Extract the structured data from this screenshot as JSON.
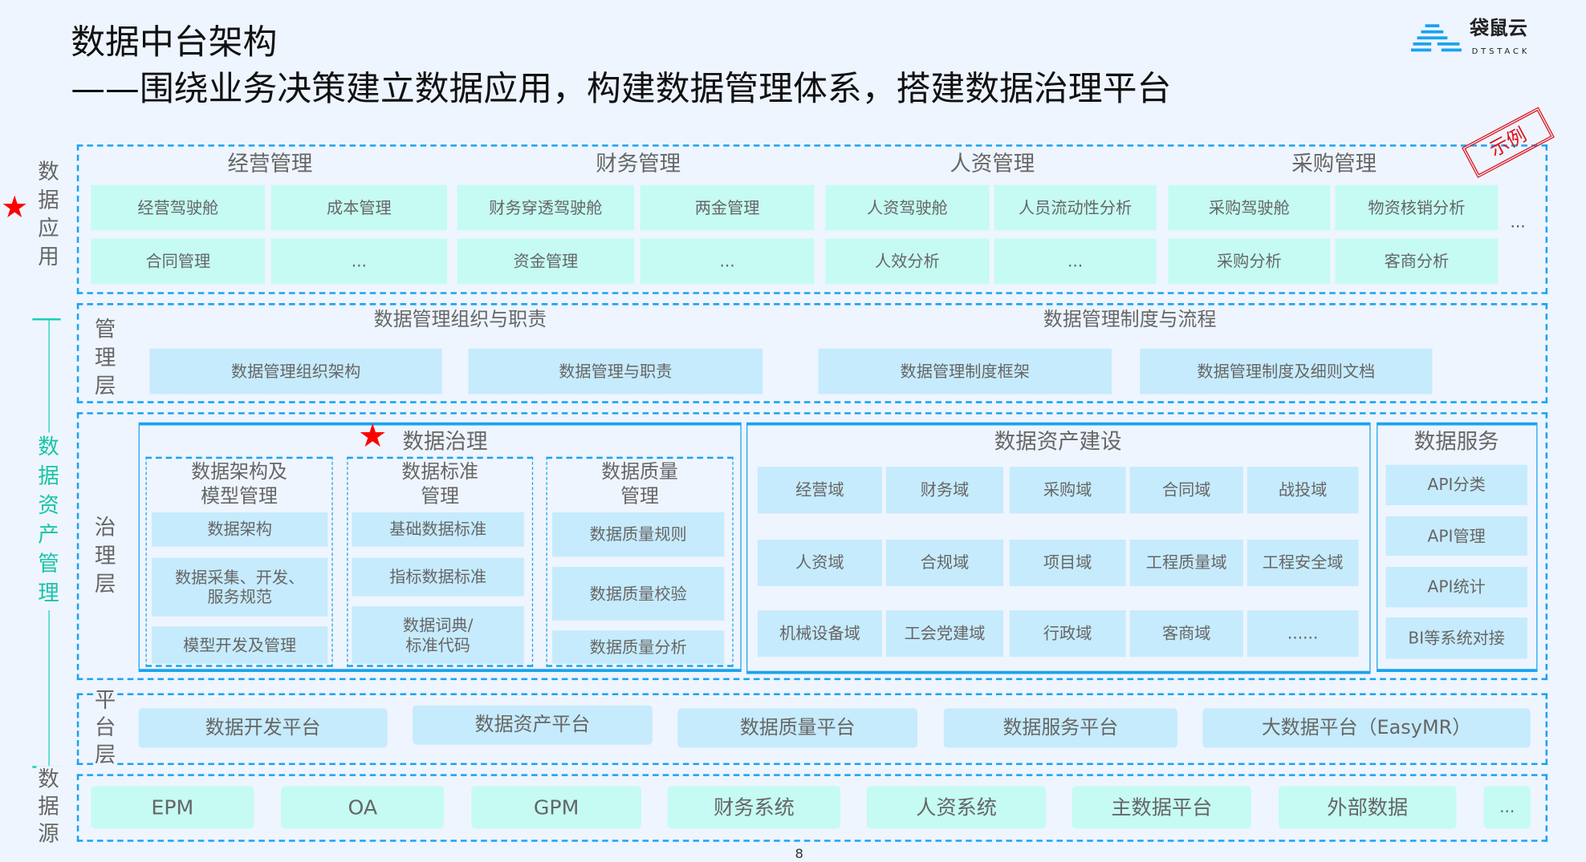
{
  "title": "数据中台架构",
  "subtitle": "——围绕业务决策建立数据应用，构建数据管理体系，搭建数据治理平台",
  "logo": {
    "name": "袋鼠云",
    "sub": "DTSTACK"
  },
  "stamp": "示例",
  "side_label": "数据资产管理",
  "page_number": "8",
  "app_layer": {
    "label": "数据应用",
    "more": "...",
    "groups": [
      {
        "title": "经营管理",
        "items": [
          "经营驾驶舱",
          "成本管理",
          "合同管理",
          "..."
        ]
      },
      {
        "title": "财务管理",
        "items": [
          "财务穿透驾驶舱",
          "两金管理",
          "资金管理",
          "..."
        ]
      },
      {
        "title": "人资管理",
        "items": [
          "人资驾驶舱",
          "人员流动性分析",
          "人效分析",
          "..."
        ]
      },
      {
        "title": "采购管理",
        "items": [
          "采购驾驶舱",
          "物资核销分析",
          "采购分析",
          "客商分析"
        ]
      }
    ]
  },
  "mgmt_layer": {
    "label": "管理层",
    "groups": [
      {
        "title": "数据管理组织与职责",
        "items": [
          "数据管理组织架构",
          "数据管理与职责"
        ]
      },
      {
        "title": "数据管理制度与流程",
        "items": [
          "数据管理制度框架",
          "数据管理制度及细则文档"
        ]
      }
    ]
  },
  "gov_layer": {
    "label": "治理层",
    "governance": {
      "title": "数据治理",
      "cols": [
        {
          "title": "数据架构及\n模型管理",
          "items": [
            "数据架构",
            "数据采集、开发、\n服务规范",
            "模型开发及管理"
          ]
        },
        {
          "title": "数据标准\n管理",
          "items": [
            "基础数据标准",
            "指标数据标准",
            "数据词典/\n标准代码"
          ]
        },
        {
          "title": "数据质量\n管理",
          "items": [
            "数据质量规则",
            "数据质量校验",
            "数据质量分析"
          ]
        }
      ]
    },
    "assets": {
      "title": "数据资产建设",
      "items": [
        "经营域",
        "财务域",
        "采购域",
        "合同域",
        "战投域",
        "人资域",
        "合规域",
        "项目域",
        "工程质量域",
        "工程安全域",
        "机械设备域",
        "工会党建域",
        "行政域",
        "客商域",
        "......"
      ]
    },
    "services": {
      "title": "数据服务",
      "items": [
        "API分类",
        "API管理",
        "API统计",
        "BI等系统对接"
      ]
    }
  },
  "platform_layer": {
    "label": "平台层",
    "items": [
      "数据开发平台",
      "数据资产平台",
      "数据质量平台",
      "数据服务平台",
      "大数据平台（EasyMR）"
    ]
  },
  "source_layer": {
    "label": "数据源",
    "items": [
      "EPM",
      "OA",
      "GPM",
      "财务系统",
      "人资系统",
      "主数据平台",
      "外部数据",
      "..."
    ]
  }
}
